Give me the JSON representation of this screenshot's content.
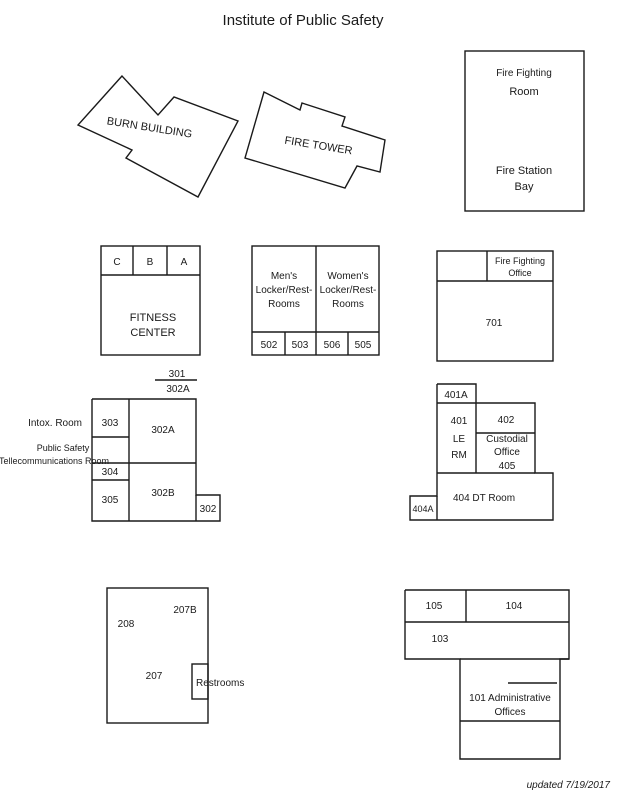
{
  "title": "Institute of Public Safety",
  "updated": "updated 7/19/2017",
  "buildings": {
    "burn_building": "BURN BUILDING",
    "fire_tower": "FIRE TOWER",
    "fire_station": {
      "room_line1": "Fire Fighting",
      "room_line2": "Room",
      "bay_line1": "Fire Station",
      "bay_line2": "Bay"
    },
    "fitness": {
      "c": "C",
      "b": "B",
      "a": "A",
      "line1": "FITNESS",
      "line2": "CENTER"
    },
    "lockers": {
      "men_line1": "Men's",
      "men_line2": "Locker/Rest-",
      "men_line3": "Rooms",
      "women_line1": "Women's",
      "women_line2": "Locker/Rest-",
      "women_line3": "Rooms",
      "r502": "502",
      "r503": "503",
      "r506": "506",
      "r505": "505"
    },
    "b700": {
      "ff_office_line1": "Fire Fighting",
      "ff_office_line2": "Office",
      "r701": "701"
    },
    "b300": {
      "r301": "301",
      "r302a_top": "302A",
      "intox": "Intox. Room",
      "telecom_line1": "Public Safety",
      "telecom_line2": "Tellecommunications Room",
      "r303": "303",
      "r302a": "302A",
      "r304": "304",
      "r305": "305",
      "r302b": "302B",
      "r302": "302"
    },
    "b400": {
      "r401a": "401A",
      "r401_line1": "401",
      "r401_line2": "LE",
      "r401_line3": "RM",
      "r402": "402",
      "custodial_line1": "Custodial",
      "custodial_line2": "Office",
      "r405": "405",
      "r404dt": "404 DT Room",
      "r404a": "404A"
    },
    "b200": {
      "r208": "208",
      "r207b": "207B",
      "r207": "207",
      "restrooms": "Restrooms"
    },
    "b100": {
      "r105": "105",
      "r104": "104",
      "r103": "103",
      "admin_line1": "101 Administrative",
      "admin_line2": "Offices"
    }
  }
}
